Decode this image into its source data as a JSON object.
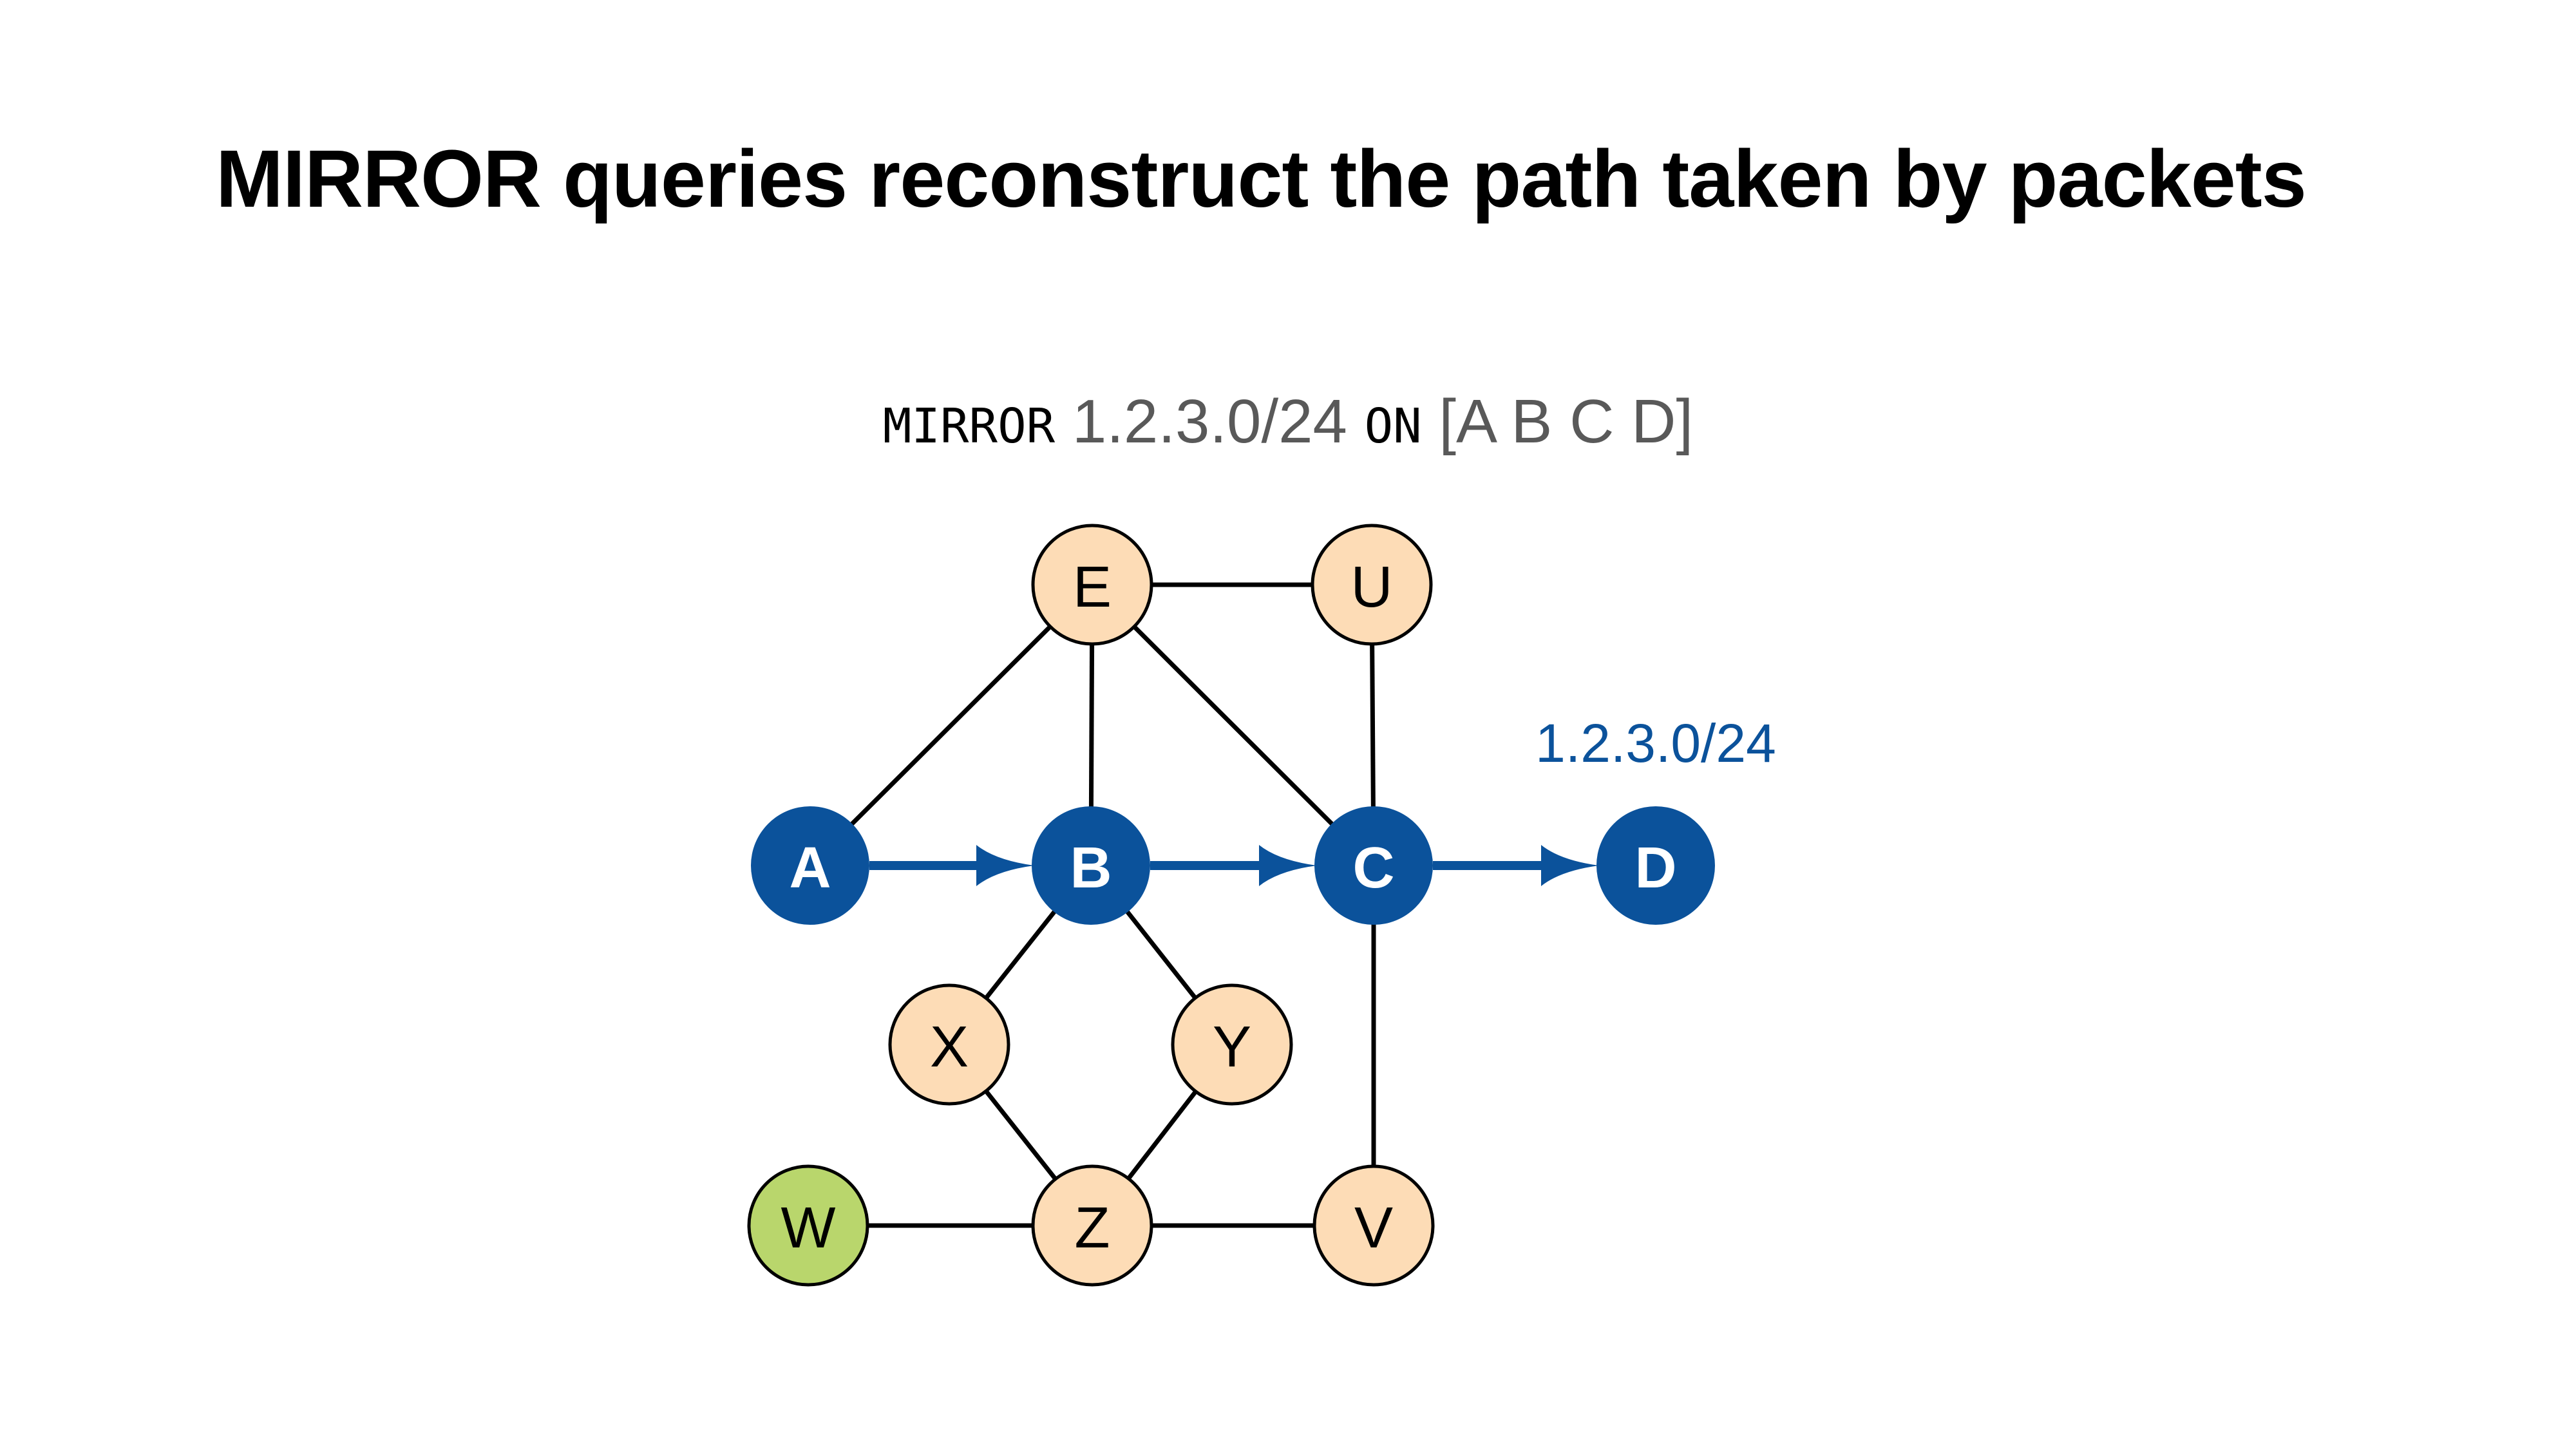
{
  "title": "MIRROR queries reconstruct the path taken by packets",
  "query": {
    "keyword_mirror": "MIRROR",
    "prefix": "1.2.3.0/24",
    "keyword_on": "ON",
    "path": "[A B C D]"
  },
  "colors": {
    "path_node": "#0b529b",
    "other_node": "#fddcb6",
    "source_node": "#b9d66c",
    "edge": "#000000",
    "path_edge": "#0b529b",
    "query_value": "#595959"
  },
  "graph": {
    "nodes": [
      {
        "id": "A",
        "label": "A",
        "type": "path"
      },
      {
        "id": "B",
        "label": "B",
        "type": "path"
      },
      {
        "id": "C",
        "label": "C",
        "type": "path"
      },
      {
        "id": "D",
        "label": "D",
        "type": "path"
      },
      {
        "id": "E",
        "label": "E",
        "type": "other"
      },
      {
        "id": "U",
        "label": "U",
        "type": "other"
      },
      {
        "id": "X",
        "label": "X",
        "type": "other"
      },
      {
        "id": "Y",
        "label": "Y",
        "type": "other"
      },
      {
        "id": "W",
        "label": "W",
        "type": "source"
      },
      {
        "id": "Z",
        "label": "Z",
        "type": "other"
      },
      {
        "id": "V",
        "label": "V",
        "type": "other"
      }
    ],
    "edges": [
      {
        "from": "A",
        "to": "E"
      },
      {
        "from": "E",
        "to": "U"
      },
      {
        "from": "E",
        "to": "B"
      },
      {
        "from": "E",
        "to": "C"
      },
      {
        "from": "U",
        "to": "C"
      },
      {
        "from": "B",
        "to": "X"
      },
      {
        "from": "B",
        "to": "Y"
      },
      {
        "from": "X",
        "to": "Z"
      },
      {
        "from": "Y",
        "to": "Z"
      },
      {
        "from": "W",
        "to": "Z"
      },
      {
        "from": "Z",
        "to": "V"
      },
      {
        "from": "C",
        "to": "V"
      }
    ],
    "path_edges": [
      {
        "from": "A",
        "to": "B"
      },
      {
        "from": "B",
        "to": "C"
      },
      {
        "from": "C",
        "to": "D"
      }
    ],
    "destination_label": {
      "node": "D",
      "text": "1.2.3.0/24"
    }
  }
}
